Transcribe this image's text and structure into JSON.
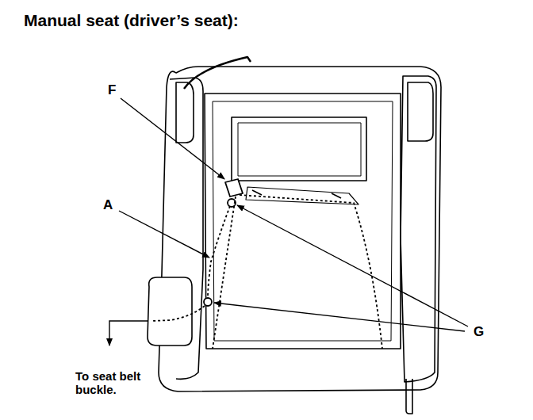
{
  "diagram": {
    "title": "Manual seat (driver’s seat):",
    "labels": [
      "F",
      "A",
      "G",
      "To seat belt buckle."
    ]
  }
}
